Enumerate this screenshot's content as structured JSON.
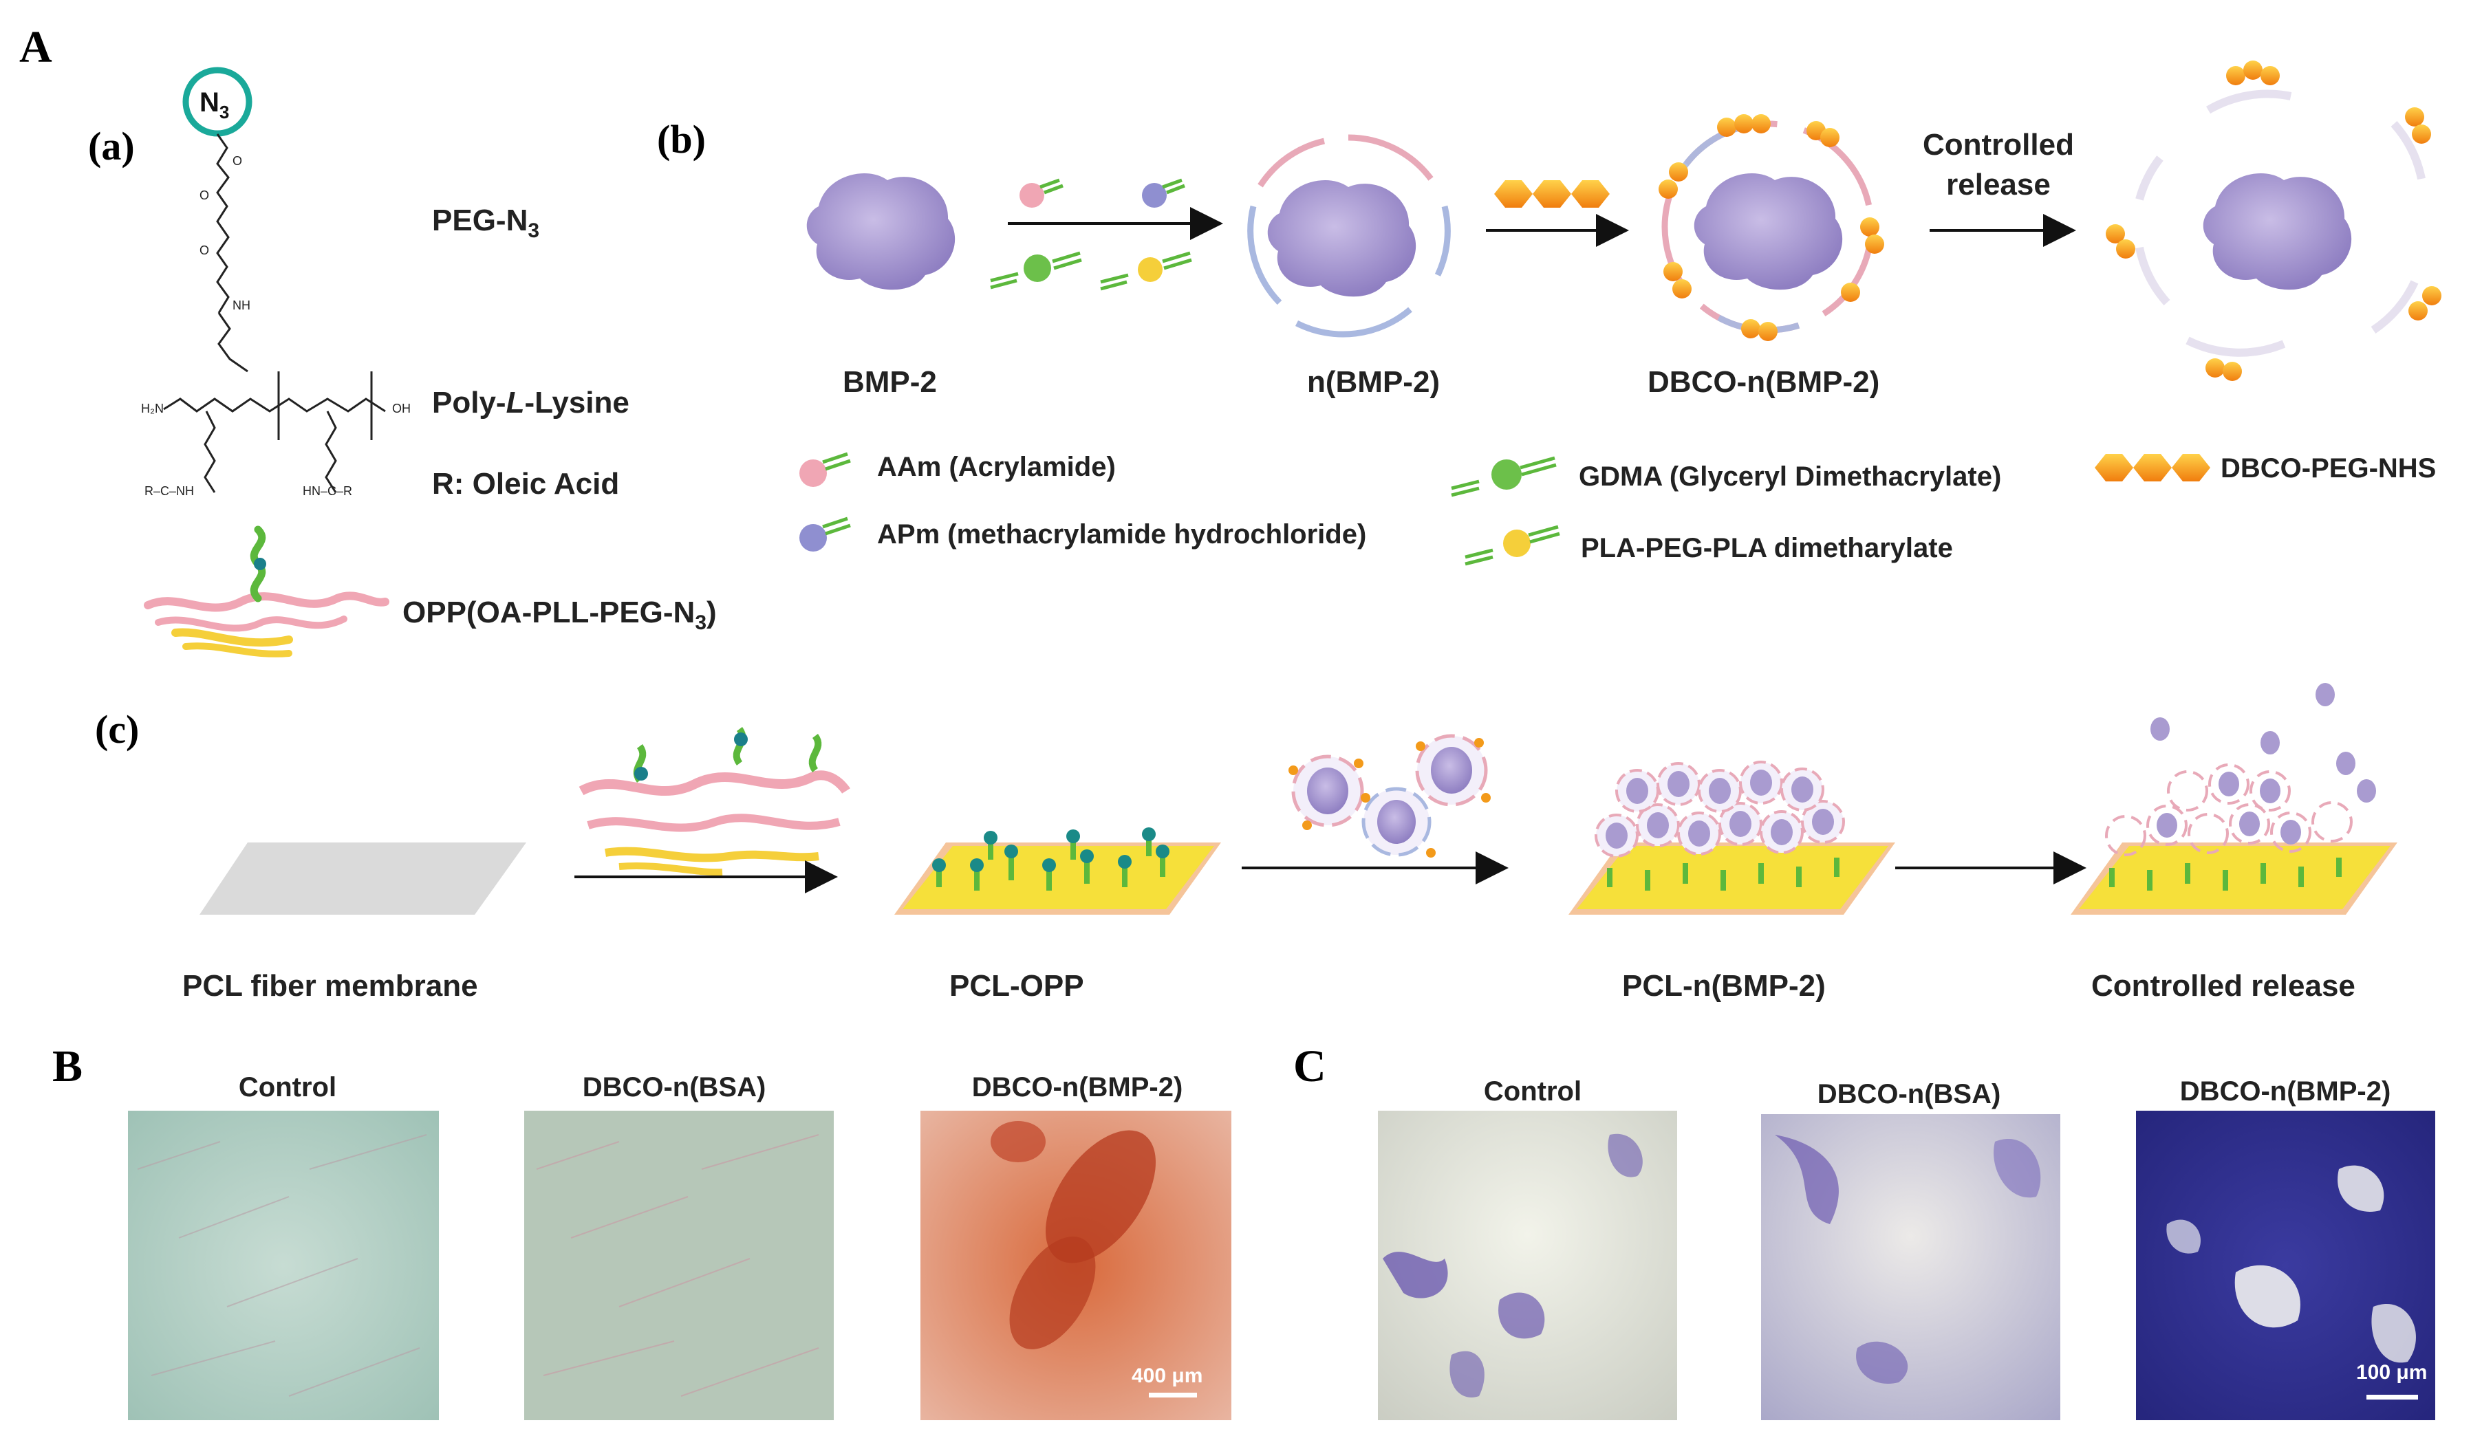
{
  "panels": {
    "A": "A",
    "B": "B",
    "C": "C",
    "a": "(a)",
    "b": "(b)",
    "c": "(c)"
  },
  "panel_a": {
    "azide": "N",
    "azide_sub": "3",
    "peg_label": "PEG-N",
    "peg_sub": "3",
    "pll_label_pre": "Poly-",
    "pll_label_italic": "L",
    "pll_label_post": "-Lysine",
    "r_label": "R: Oleic Acid",
    "opp_label": "OPP(OA-PLL-PEG-N",
    "opp_sub": "3",
    "opp_close": ")"
  },
  "panel_b": {
    "bmp2": "BMP-2",
    "nbmp2": "n(BMP-2)",
    "dbco_nbmp2": "DBCO-n(BMP-2)",
    "controlled_1": "Controlled",
    "controlled_2": "release",
    "legend": {
      "aam": "AAm (Acrylamide)",
      "apm": "APm (methacrylamide hydrochloride)",
      "gdma": "GDMA (Glyceryl Dimethacrylate)",
      "pla": "PLA-PEG-PLA dimetharylate",
      "dbco": "DBCO-PEG-NHS"
    }
  },
  "panel_c": {
    "pcl": "PCL fiber membrane",
    "pcl_opp": "PCL-OPP",
    "pcl_nbmp2": "PCL-n(BMP-2)",
    "release": "Controlled release"
  },
  "panel_B": {
    "titles": [
      "Control",
      "DBCO-n(BSA)",
      "DBCO-n(BMP-2)"
    ],
    "scale": "400 μm"
  },
  "panel_C": {
    "titles": [
      "Control",
      "DBCO-n(BSA)",
      "DBCO-n(BMP-2)"
    ],
    "scale": "100 μm"
  },
  "colors": {
    "protein": "#a99bd0",
    "teal_ring": "#1aa99a",
    "pink": "#f0a6b4",
    "yellow": "#f5cf3a",
    "green": "#5cb83c",
    "orange": "#f39a1a",
    "shell_pink": "#e8a9b8",
    "shell_blue": "#a9b8e0",
    "membrane_gray": "#dadada",
    "membrane_yellow": "#f6e03a",
    "membrane_orange": "#f5c49a"
  }
}
